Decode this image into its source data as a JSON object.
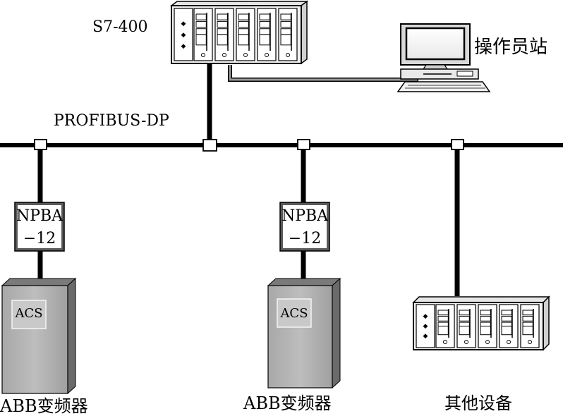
{
  "labels": {
    "plc": "S7-400",
    "operator": "操作员站",
    "bus": "PROFIBUS-DP",
    "adapter_line1": "NPBA",
    "adapter_line2": "−12",
    "drive_badge": "ACS",
    "drive": "ABB变频器",
    "other": "其他设备"
  }
}
